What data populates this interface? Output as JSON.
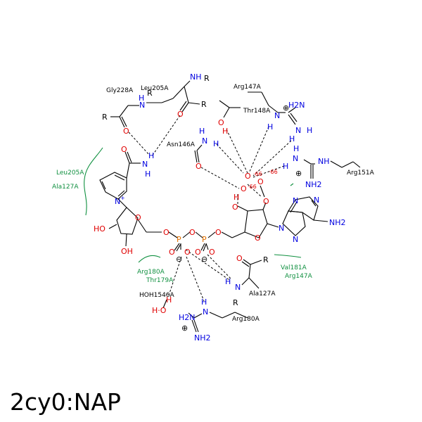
{
  "caption": "2cy0:NAP",
  "colors": {
    "carbon": "#000000",
    "oxygen": "#e00000",
    "nitrogen": "#0000e0",
    "hydrophobic": "#109040"
  },
  "residues": {
    "gly228a": "Gly228A",
    "leu205a": "Leu205A",
    "arg147a_top": "Arg147A",
    "thr148a": "Thr148A",
    "asn146a": "Asn146A",
    "arg151a": "Arg151A",
    "arg180a_bottom": "Arg180A",
    "ala127a": "Ala127A",
    "hoh1546a": "HOH1546A"
  },
  "hydrophobic": {
    "leu205a": "Leu205A",
    "ala127a": "Ala127A",
    "arg180a": "Arg180A",
    "thr179a": "Thr179A",
    "val181a": "Val181A",
    "arg147a": "Arg147A"
  },
  "atoms": {
    "r": "R",
    "o": "O",
    "n": "N",
    "h": "H",
    "nh": "NH",
    "nh2": "NH2",
    "h2n": "H2N",
    "oh": "OH",
    "ho": "HO",
    "p": "P",
    "h_o": "H·O"
  },
  "charges": {
    "minus": "⊖",
    "plus": "⊕",
    "n_plus": "+"
  },
  "distances": {
    "d1": "·66",
    "d2": "·66",
    "d3": "·66"
  }
}
